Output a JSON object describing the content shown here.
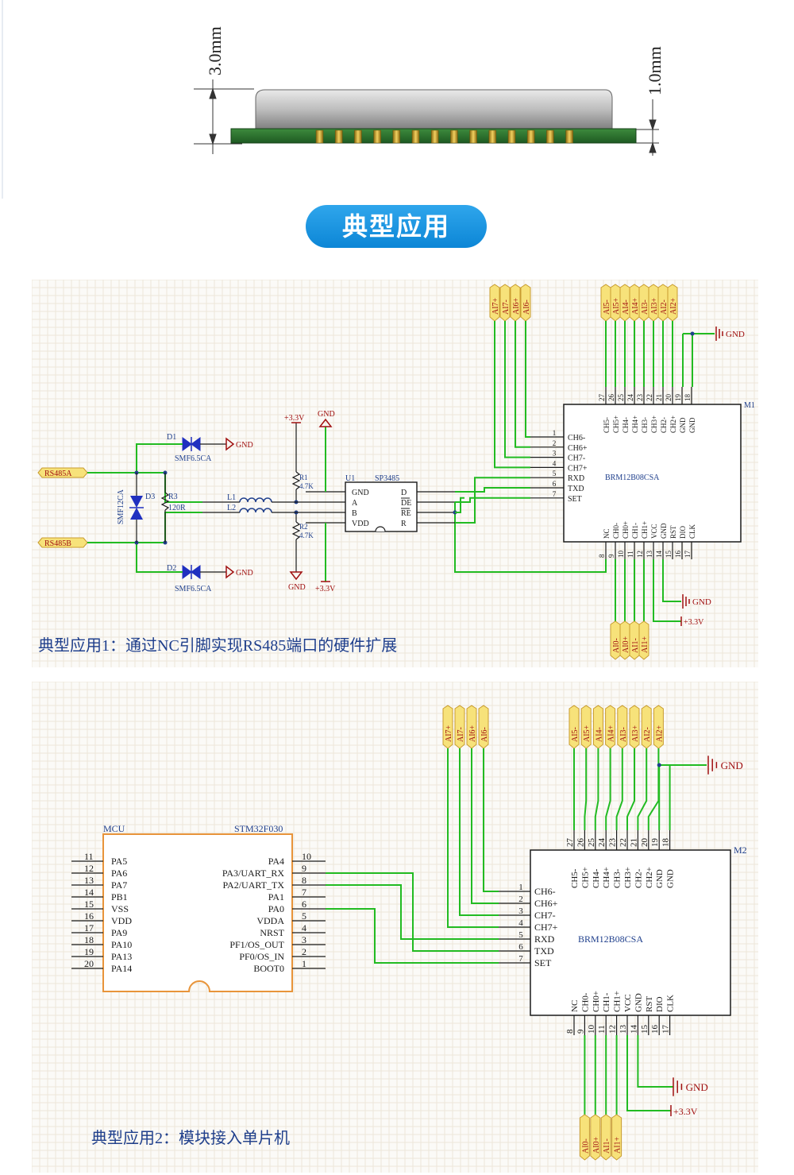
{
  "product": {
    "dim_height": "3.0mm",
    "dim_pcb": "1.0mm"
  },
  "section_title": "典型应用",
  "app1": {
    "caption": "典型应用1：通过NC引脚实现RS485端口的硬件扩展",
    "rs485a": "RS485A",
    "rs485b": "RS485B",
    "d1": "D1",
    "d1_part": "SMF6.5CA",
    "d2": "D2",
    "d2_part": "SMF6.5CA",
    "d3": "D3",
    "d3_part": "SMF12CA",
    "r3": "R3",
    "r3_val": "120R",
    "l1": "L1",
    "l2": "L2",
    "r1": "R1",
    "r1_val": "4.7K",
    "r2": "R2",
    "r2_val": "4.7K",
    "vcc": "+3.3V",
    "gnd": "GND",
    "u1": "U1",
    "u1_part": "SP3485",
    "u1_left_pins": [
      "GND",
      "A",
      "B",
      "VDD"
    ],
    "u1_right_pins": [
      "D",
      "DE",
      "RE",
      "R"
    ],
    "module_ref": "M1"
  },
  "app2": {
    "caption": "典型应用2：模块接入单片机",
    "mcu": "MCU",
    "mcu_part": "STM32F030",
    "mcu_left_nums": [
      "11",
      "12",
      "13",
      "14",
      "15",
      "16",
      "17",
      "18",
      "19",
      "20"
    ],
    "mcu_left": [
      "PA5",
      "PA6",
      "PA7",
      "PB1",
      "VSS",
      "VDD",
      "PA9",
      "PA10",
      "PA13",
      "PA14"
    ],
    "mcu_right_nums": [
      "10",
      "9",
      "8",
      "7",
      "6",
      "5",
      "4",
      "3",
      "2",
      "1"
    ],
    "mcu_right": [
      "PA4",
      "PA3/UART_RX",
      "PA2/UART_TX",
      "PA1",
      "PA0",
      "VDDA",
      "NRST",
      "PF1/OS_OUT",
      "PF0/OS_IN",
      "BOOT0"
    ],
    "module_ref": "M2"
  },
  "module": {
    "part": "BRM12B08CSA",
    "left_nums": [
      "1",
      "2",
      "3",
      "4",
      "5",
      "6",
      "7"
    ],
    "left_pins": [
      "CH6-",
      "CH6+",
      "CH7-",
      "CH7+",
      "RXD",
      "TXD",
      "SET"
    ],
    "top_nums": [
      "27",
      "26",
      "25",
      "24",
      "23",
      "22",
      "21",
      "20",
      "19",
      "18"
    ],
    "top_pins": [
      "CH5-",
      "CH5+",
      "CH4-",
      "CH4+",
      "CH3-",
      "CH3+",
      "CH2-",
      "CH2+",
      "GND",
      "GND"
    ],
    "bottom_nums": [
      "8",
      "9",
      "10",
      "11",
      "12",
      "13",
      "14",
      "15",
      "16",
      "17"
    ],
    "bottom_pins": [
      "NC",
      "CH0-",
      "CH0+",
      "CH1-",
      "CH1+",
      "VCC",
      "GND",
      "RST",
      "DIO",
      "CLK"
    ]
  },
  "ports": {
    "top_left": [
      "AI7+",
      "AI7-",
      "AI6+",
      "AI6-"
    ],
    "top_right": [
      "AI5-",
      "AI5+",
      "AI4-",
      "AI4+",
      "AI3-",
      "AI3+",
      "AI2-",
      "AI2+"
    ],
    "bottom": [
      "AI0-",
      "AI0+",
      "AI1-",
      "AI1+"
    ]
  },
  "colors": {
    "wire": "#22bb22",
    "blue": "#1f3f8c",
    "red": "#a01010",
    "orange": "#e8943a",
    "port_fill": "#f7e27a",
    "port_stroke": "#c89c30",
    "pill": "#1b95e0"
  }
}
